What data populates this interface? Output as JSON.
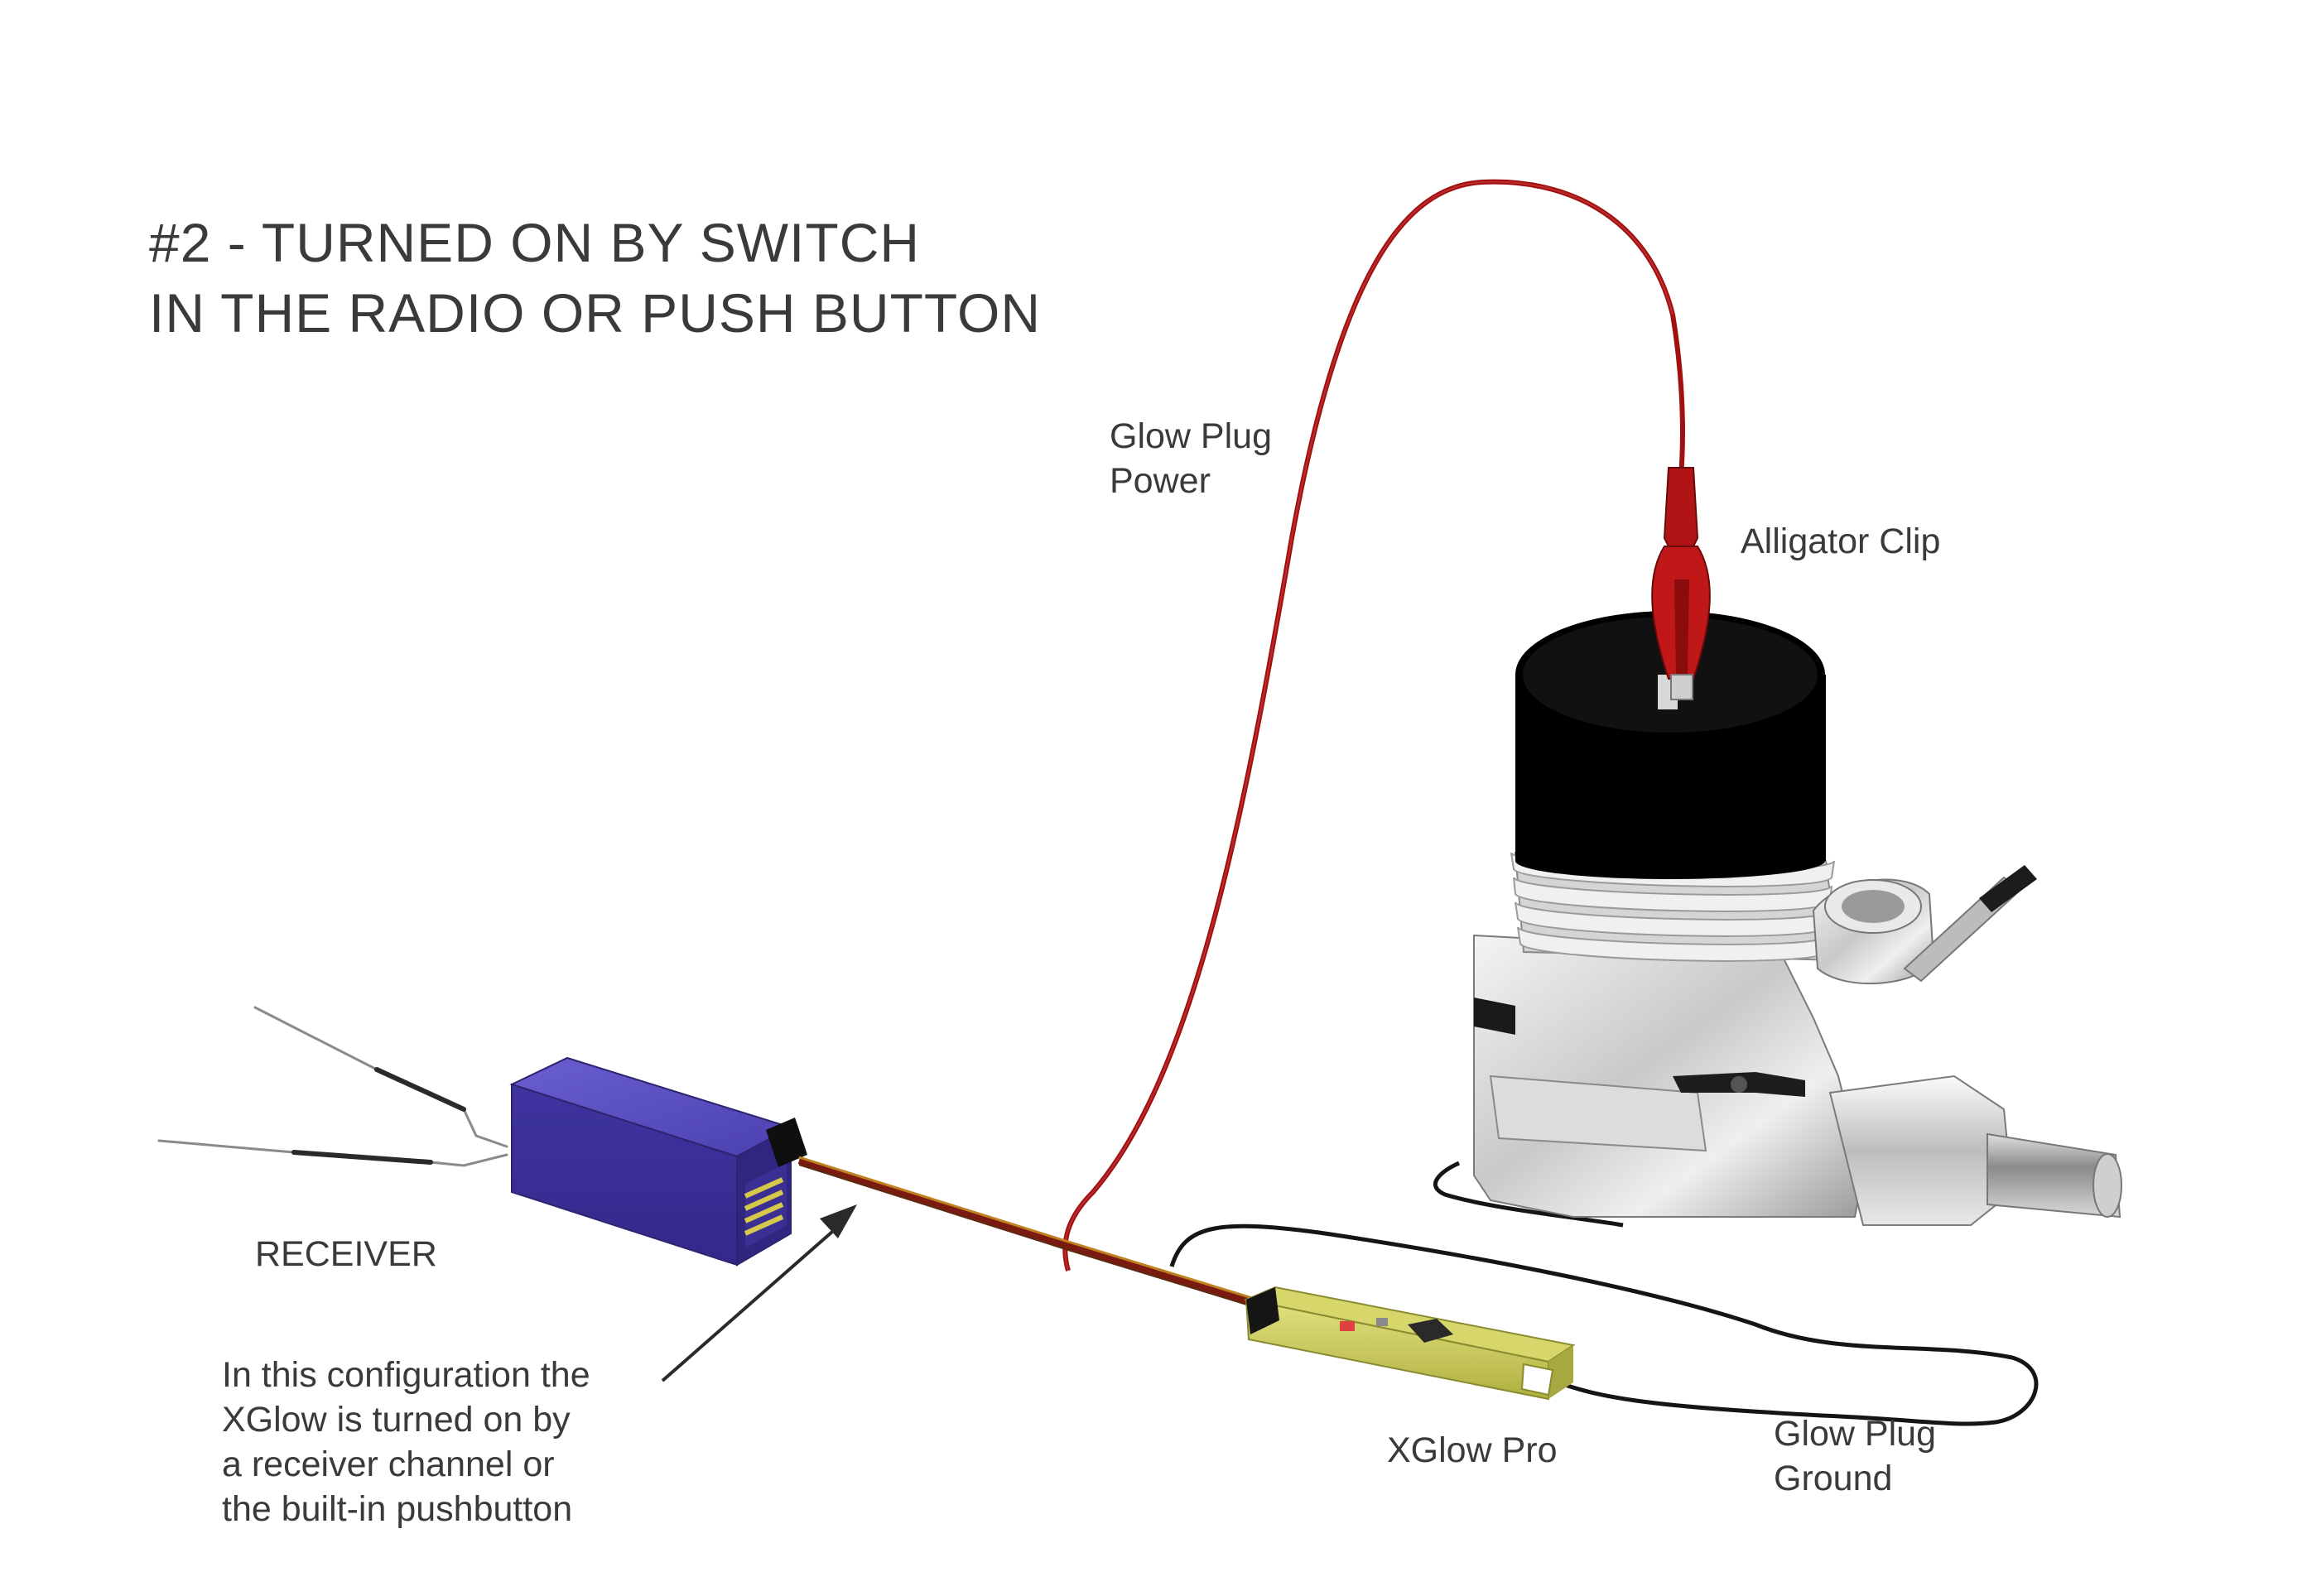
{
  "title": {
    "line1": "#2 - TURNED ON BY SWITCH",
    "line2": "IN THE RADIO OR PUSH BUTTON"
  },
  "labels": {
    "glow_plug_power": [
      "Glow Plug",
      "Power"
    ],
    "alligator_clip": "Alligator Clip",
    "receiver": "RECEIVER",
    "xglow_pro": "XGlow Pro",
    "glow_plug_ground": [
      "Glow Plug",
      "Ground"
    ],
    "note": [
      "In this configuration the",
      "XGlow is turned on by",
      "a receiver channel or",
      "the built-in pushbutton"
    ]
  },
  "colors": {
    "text": "#3a3a3a",
    "power_wire": "#a01010",
    "ground_wire": "#151515",
    "receiver_body": "#4a3fa8",
    "xglow_body": "#c8c850",
    "cylinder_head": "#000000"
  }
}
